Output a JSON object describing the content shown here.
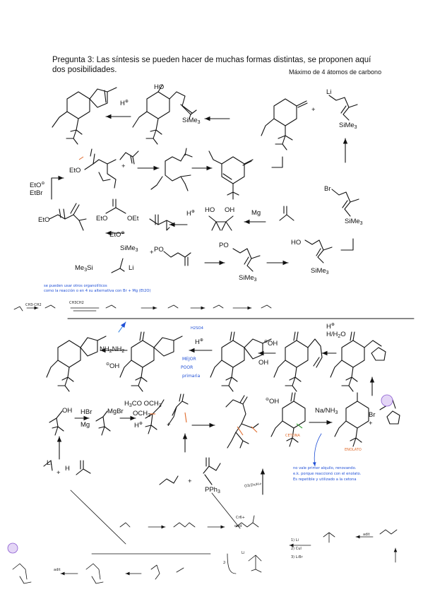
{
  "question": {
    "line1": "Pregunta 3: Las síntesis se pueden hacer de muchas formas distintas, se proponen aquí",
    "line2": "dos posibilidades.",
    "note": "Máximo de 4 átomos de carbono"
  },
  "labels": {
    "h_plus": "H",
    "ho": "HO",
    "sime3": "SiMe",
    "sime3_sub": "3",
    "li": "Li",
    "br": "Br",
    "eto": "EtO",
    "etbr": "EtBr",
    "oet": "OEt",
    "mg": "Mg",
    "oh": "OH",
    "po": "PO",
    "me3si": "Me",
    "me3si_rest": "Si",
    "hbr": "HBr",
    "h2o": "H/H",
    "h2o_tail": "O",
    "nh2nh2": "NH",
    "nana": "Na/NH",
    "h3co": "H",
    "och3": "OCH",
    "pph3": "PPh",
    "cr6": "Cr6+",
    "oxid": "oxid",
    "o3": "O3/Zn/H+",
    "step1": "1) Li",
    "step2": "2) CuI",
    "step3": "3) L-Br"
  },
  "annotations": {
    "blue_note1": "se pueden usar otros organolíticos",
    "blue_note2": "como la reacción o en 4 su alternativa con Br + Mg (Et2O)",
    "blue_strip1": "CH3-CH2",
    "blue_strip2": "CH3CH2",
    "h2so4": "H2SO4",
    "mejor": "MEJOR",
    "poor": "POOR",
    "primaria": "primaria",
    "cetona": "CETONA",
    "enolato": "ENOLATO",
    "blue_na1": "no vale primer alquilo, renovando.",
    "blue_na2": "e.k. porque reaccionó con el enolato.",
    "blue_na3": "Es repetible y utilizado a la cetona",
    "hw_adit": "adit"
  }
}
